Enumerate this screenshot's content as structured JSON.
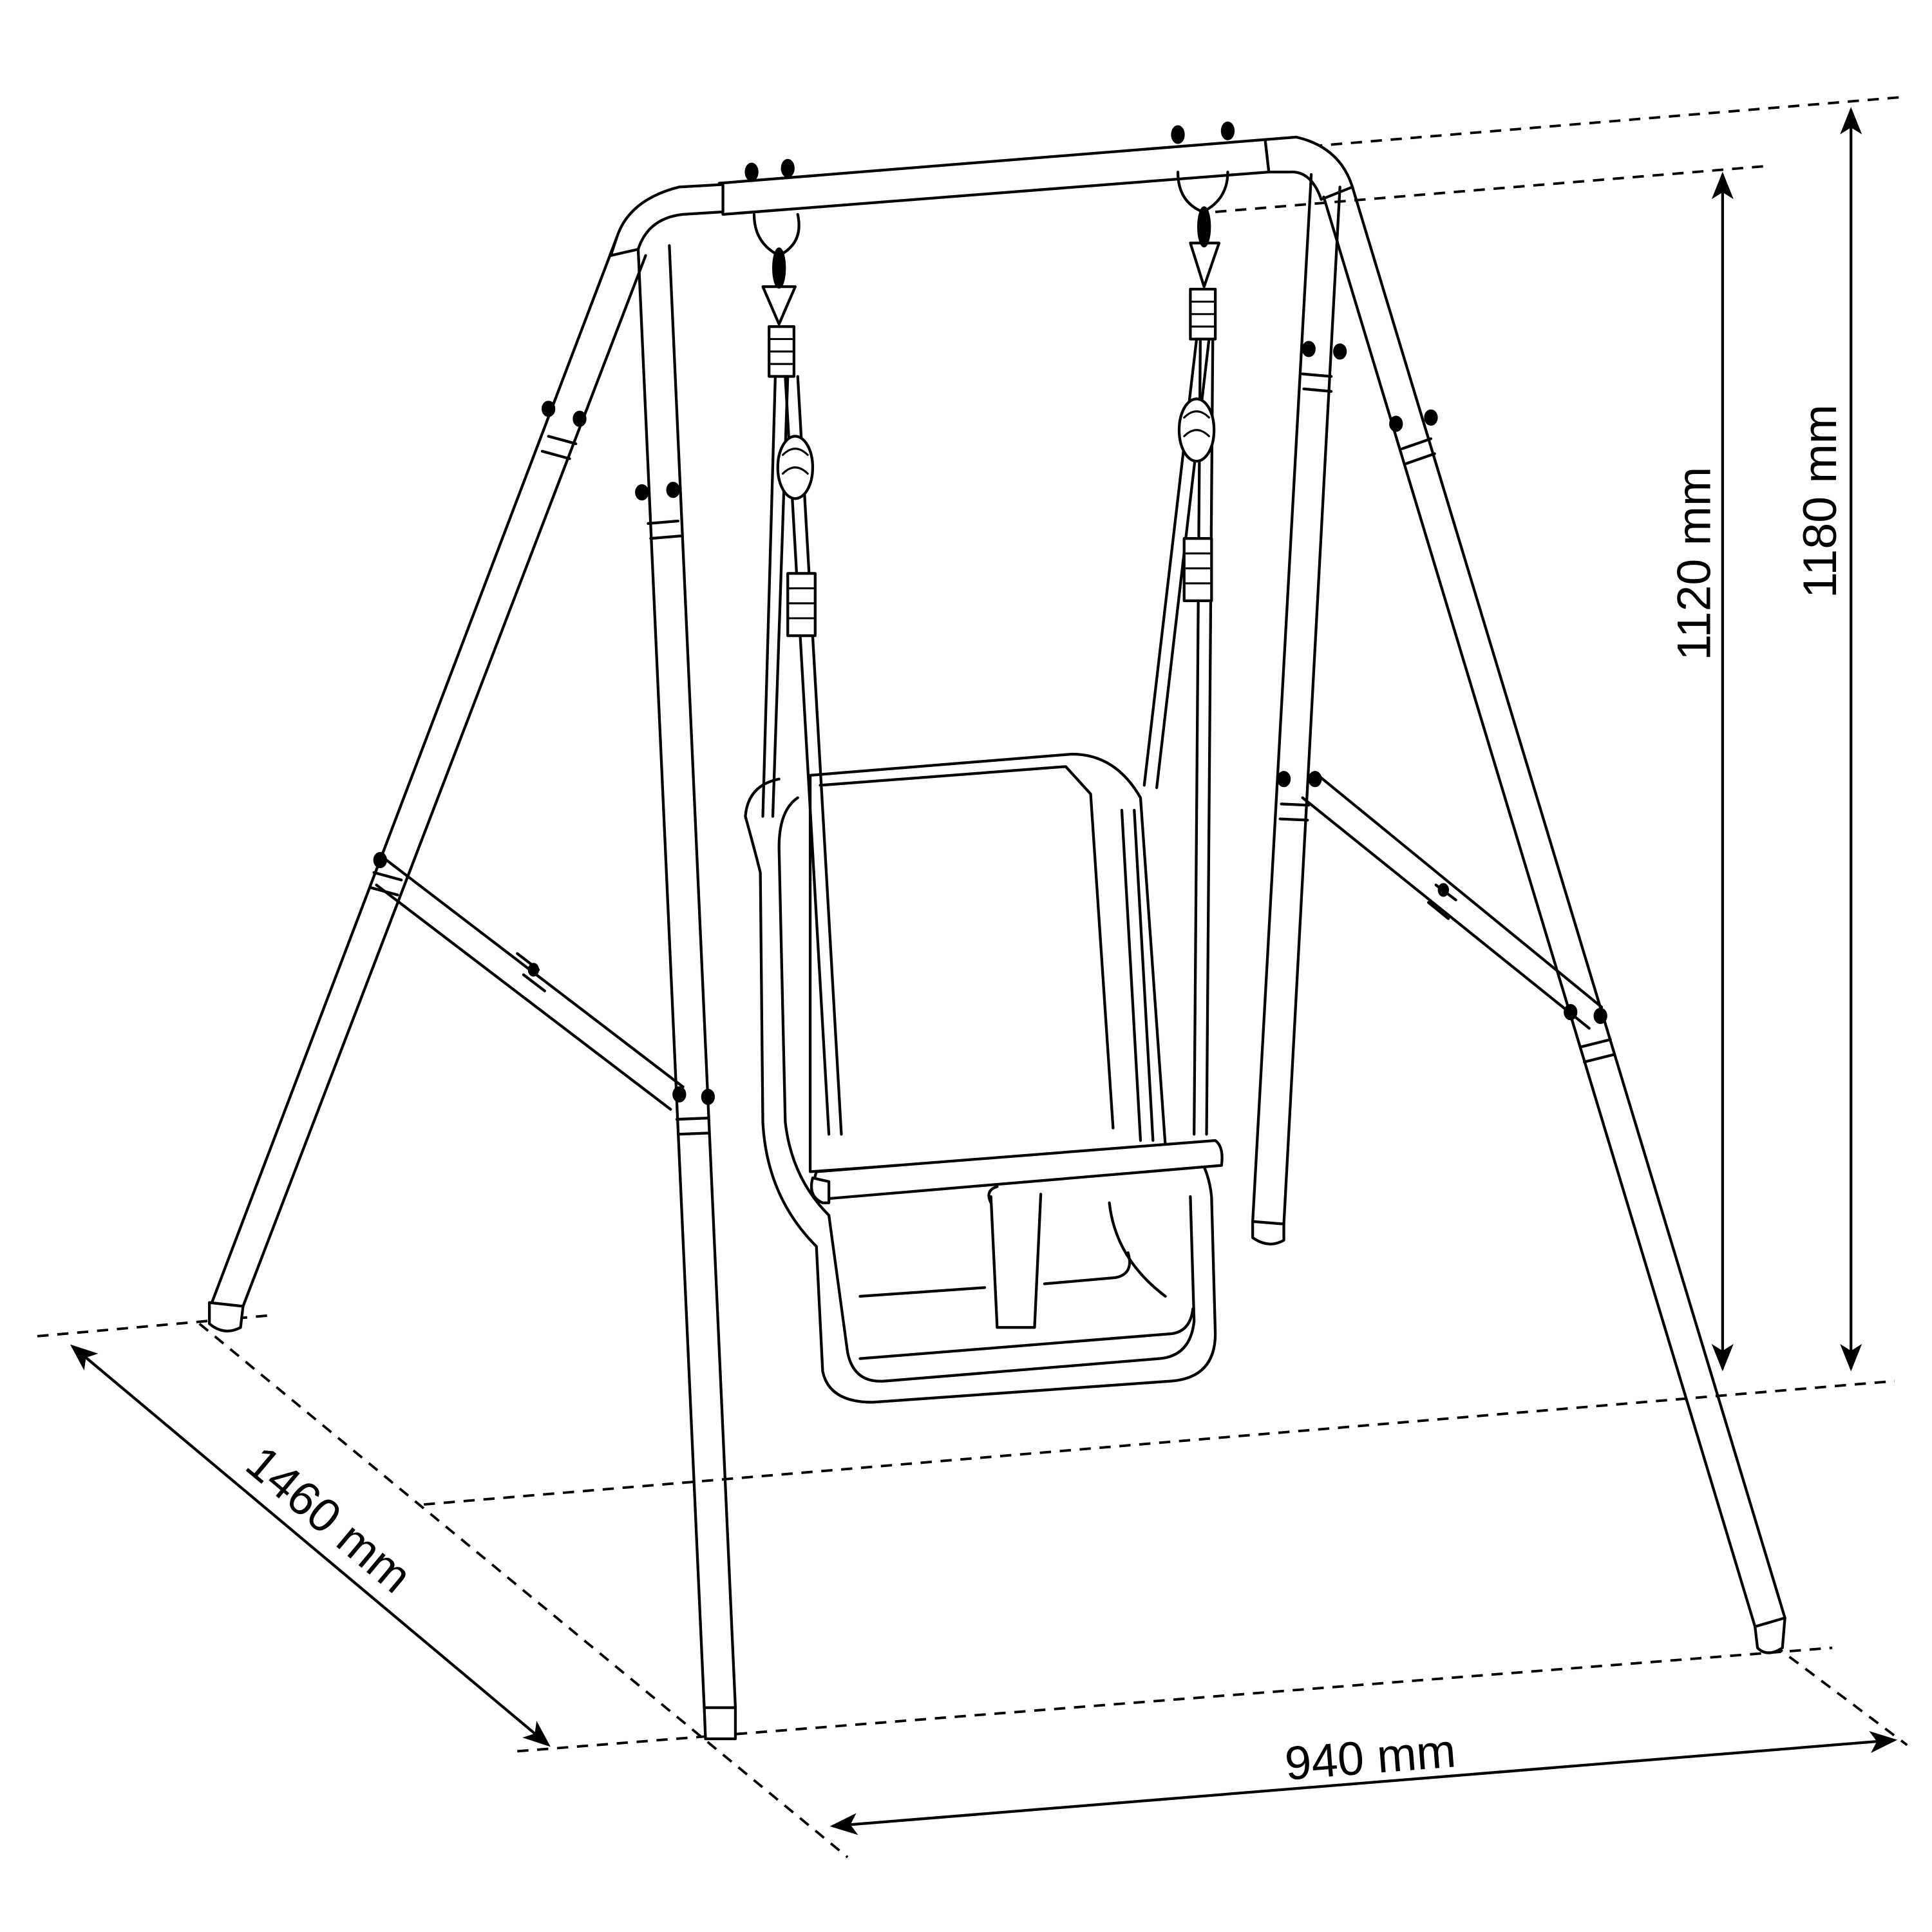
{
  "diagram": {
    "subject": "Baby swing A-frame with toddler seat",
    "dimensions": {
      "height_inner": {
        "value": 1120,
        "unit": "mm",
        "label": "1120 mm"
      },
      "height_outer": {
        "value": 1180,
        "unit": "mm",
        "label": "1180 mm"
      },
      "depth": {
        "value": 1460,
        "unit": "mm",
        "label": "1460 mm"
      },
      "width": {
        "value": 940,
        "unit": "mm",
        "label": "940 mm"
      }
    },
    "colors": {
      "line": "#000000",
      "background": "#ffffff"
    }
  }
}
